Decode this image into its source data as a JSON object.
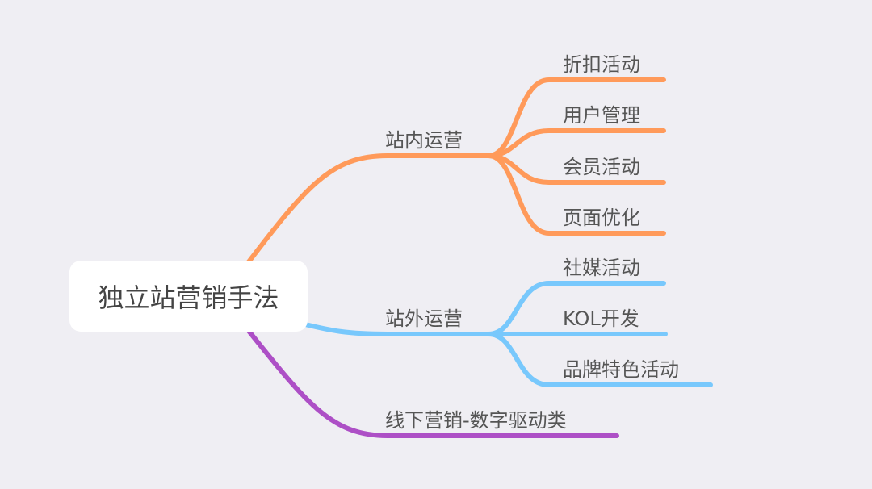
{
  "root": {
    "label": "独立站营销手法"
  },
  "colors": {
    "background": "#efeef3",
    "orange": "#ff9a5a",
    "blue": "#78c8fc",
    "purple": "#ad4fc6"
  },
  "branches": [
    {
      "label": "站内运营",
      "children": [
        "折扣活动",
        "用户管理",
        "会员活动",
        "页面优化"
      ]
    },
    {
      "label": "站外运营",
      "children": [
        "社媒活动",
        "KOL开发",
        "品牌特色活动"
      ]
    },
    {
      "label": "线下营销-数字驱动类",
      "children": []
    }
  ]
}
